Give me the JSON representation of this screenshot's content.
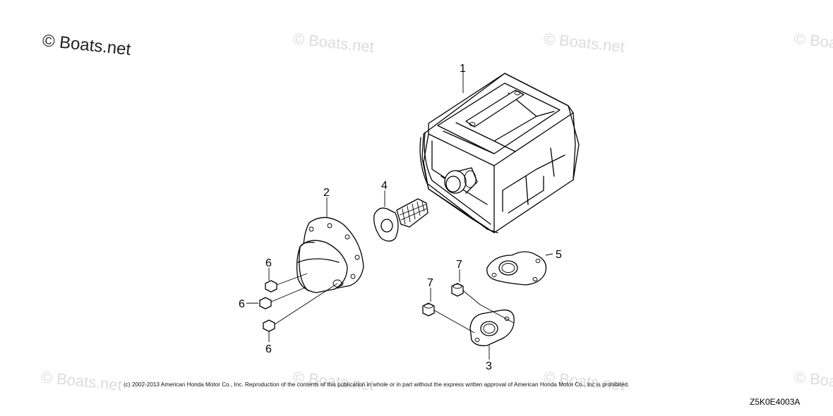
{
  "watermark": {
    "main": "© Boats.net",
    "repeat": "© Boats.net"
  },
  "callouts": {
    "part_1": "1",
    "part_2": "2",
    "part_3": "3",
    "part_4": "4",
    "part_5": "5",
    "part_6_a": "6",
    "part_6_b": "6",
    "part_6_c": "6",
    "part_7_a": "7",
    "part_7_b": "7"
  },
  "footer": {
    "copyright": "(c) 2002-2013 American Honda Motor Co., Inc. Reproduction of the contents of this publication in whole or in part without the express written approval of American Honda Motor Co., Inc is prohibited.",
    "diagram_code": "Z5K0E4003A"
  }
}
